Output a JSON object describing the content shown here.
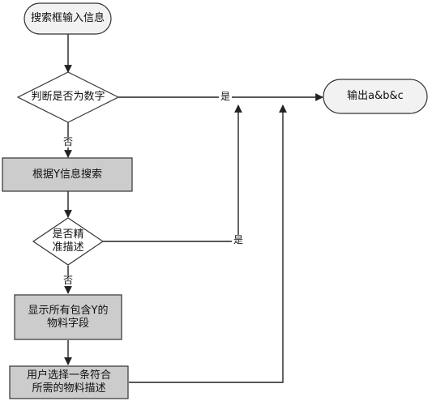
{
  "nodes": {
    "start": "搜索框输入信息",
    "decision_numeric": "判断是否为数字",
    "output": "输出a&b&c",
    "search_by_y": "根据Y信息搜索",
    "decision_precise": "是否精\n准描述",
    "show_all_y": "显示所有包含Y的\n物料字段",
    "user_select": "用户选择一条符合\n所需的物料描述"
  },
  "edge_labels": {
    "numeric_yes": "是",
    "numeric_no": "否",
    "precise_yes": "是",
    "precise_no": "否"
  },
  "colors": {
    "terminal_fill": "#f2f2f2",
    "process_fill": "#cccccc",
    "decision_fill": "#ffffff",
    "stroke": "#333333"
  }
}
